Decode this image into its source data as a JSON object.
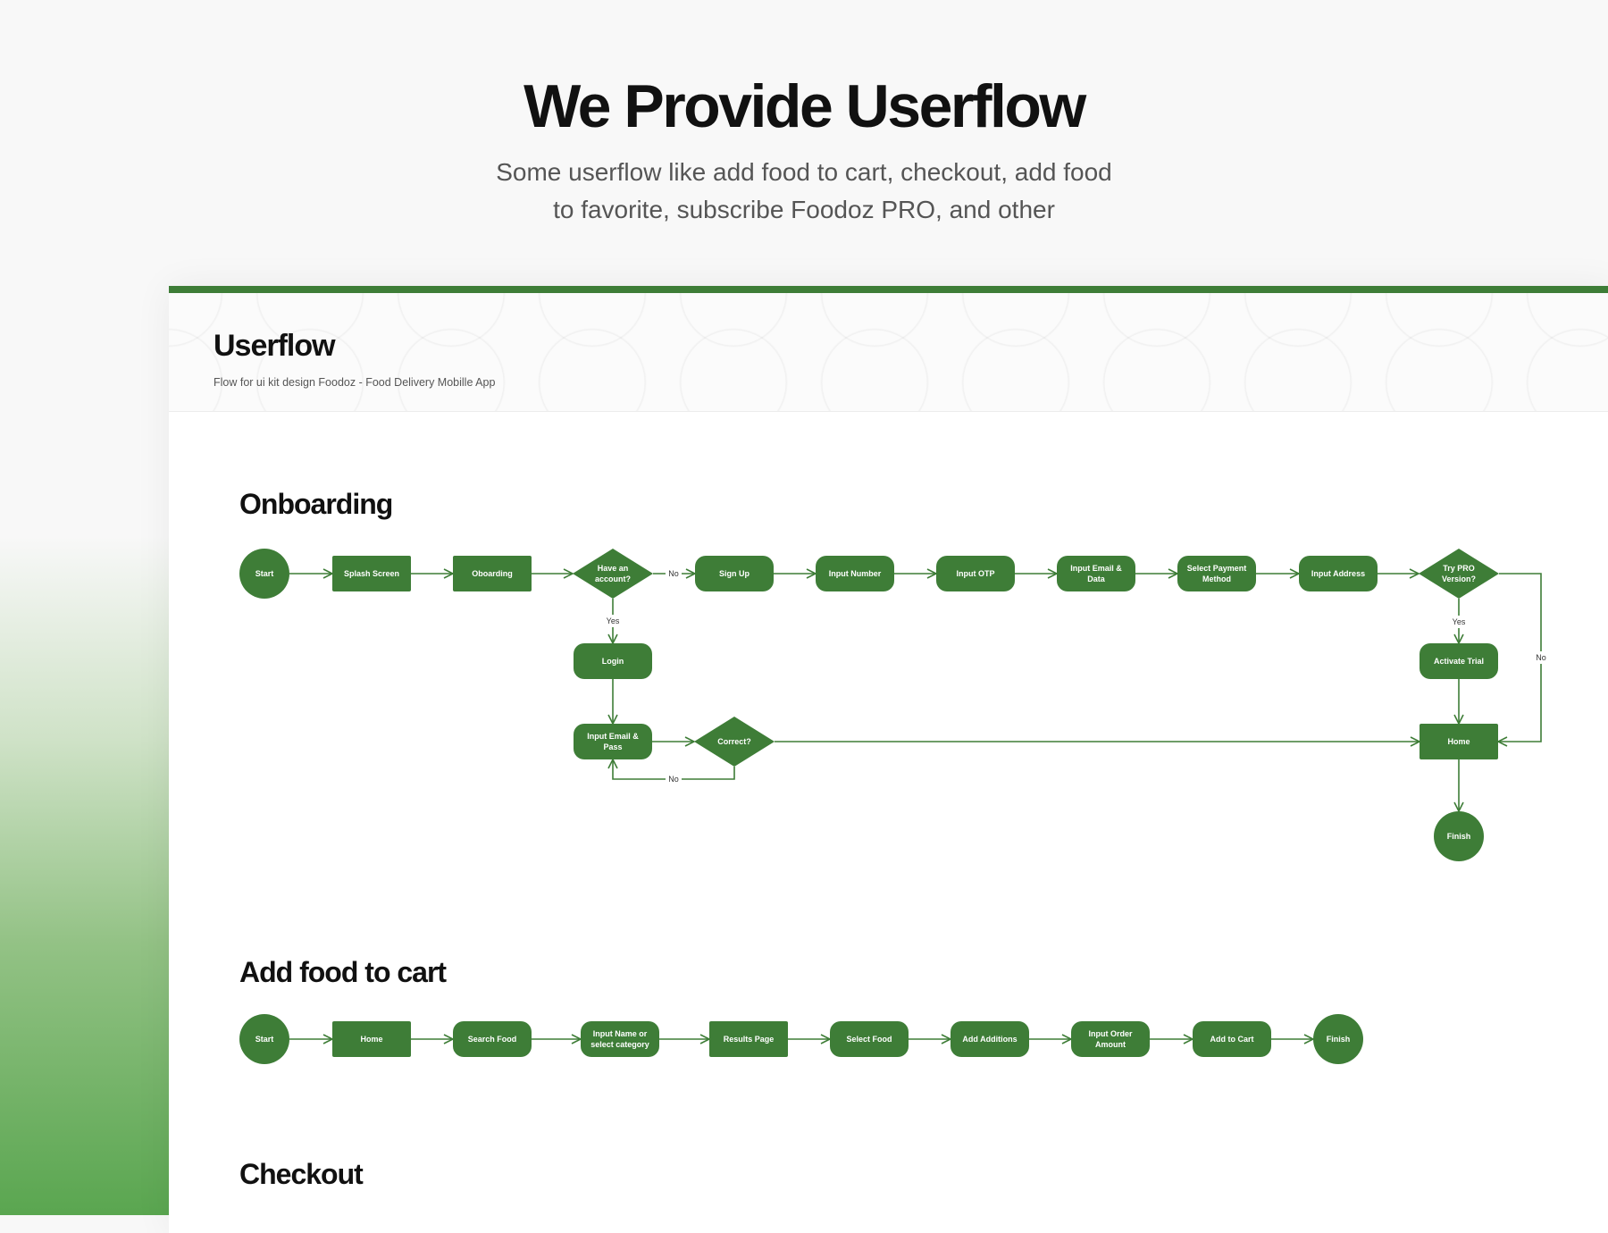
{
  "hero": {
    "title": "We Provide Userflow",
    "subtitle": "Some userflow like add food to cart, checkout, add food to favorite, subscribe Foodoz PRO, and other"
  },
  "panel": {
    "title": "Userflow",
    "subtitle": "Flow for ui kit design Foodoz - Food Delivery Mobille App"
  },
  "sections": {
    "onboarding": "Onboarding",
    "add_food_to_cart": "Add food to cart",
    "checkout": "Checkout"
  },
  "colors": {
    "accent": "#3e7d37",
    "node_text": "#ffffff",
    "background": "#f8f8f8",
    "panel": "#ffffff"
  },
  "onboarding_flow": {
    "nodes": [
      {
        "id": "start",
        "shape": "circle",
        "label": "Start"
      },
      {
        "id": "splash",
        "shape": "rect",
        "label": "Splash Screen"
      },
      {
        "id": "oboarding",
        "shape": "rect",
        "label": "Oboarding"
      },
      {
        "id": "have_account",
        "shape": "diamond",
        "label": "Have an account?"
      },
      {
        "id": "sign_up",
        "shape": "pill",
        "label": "Sign Up"
      },
      {
        "id": "input_number",
        "shape": "pill",
        "label": "Input Number"
      },
      {
        "id": "input_otp",
        "shape": "pill",
        "label": "Input OTP"
      },
      {
        "id": "input_email_data",
        "shape": "pill",
        "label": "Input Email & Data"
      },
      {
        "id": "select_payment",
        "shape": "pill",
        "label": "Select Payment Method"
      },
      {
        "id": "input_address",
        "shape": "pill",
        "label": "Input Address"
      },
      {
        "id": "try_pro",
        "shape": "diamond",
        "label": "Try PRO Version?"
      },
      {
        "id": "login",
        "shape": "pill",
        "label": "Login"
      },
      {
        "id": "input_email_pass",
        "shape": "pill",
        "label": "Input Email & Pass"
      },
      {
        "id": "correct",
        "shape": "diamond",
        "label": "Correct?"
      },
      {
        "id": "activate_trial",
        "shape": "pill",
        "label": "Activate Trial"
      },
      {
        "id": "home",
        "shape": "rect",
        "label": "Home"
      },
      {
        "id": "finish",
        "shape": "circle",
        "label": "Finish"
      }
    ],
    "edges": [
      {
        "from": "start",
        "to": "splash",
        "label": ""
      },
      {
        "from": "splash",
        "to": "oboarding",
        "label": ""
      },
      {
        "from": "oboarding",
        "to": "have_account",
        "label": ""
      },
      {
        "from": "have_account",
        "to": "sign_up",
        "label": "No"
      },
      {
        "from": "sign_up",
        "to": "input_number",
        "label": ""
      },
      {
        "from": "input_number",
        "to": "input_otp",
        "label": ""
      },
      {
        "from": "input_otp",
        "to": "input_email_data",
        "label": ""
      },
      {
        "from": "input_email_data",
        "to": "select_payment",
        "label": ""
      },
      {
        "from": "select_payment",
        "to": "input_address",
        "label": ""
      },
      {
        "from": "input_address",
        "to": "try_pro",
        "label": ""
      },
      {
        "from": "have_account",
        "to": "login",
        "label": "Yes"
      },
      {
        "from": "login",
        "to": "input_email_pass",
        "label": ""
      },
      {
        "from": "input_email_pass",
        "to": "correct",
        "label": ""
      },
      {
        "from": "correct",
        "to": "input_email_pass",
        "label": "No"
      },
      {
        "from": "correct",
        "to": "home",
        "label": ""
      },
      {
        "from": "try_pro",
        "to": "activate_trial",
        "label": "Yes"
      },
      {
        "from": "try_pro",
        "to": "home",
        "label": "No"
      },
      {
        "from": "activate_trial",
        "to": "home",
        "label": ""
      },
      {
        "from": "home",
        "to": "finish",
        "label": ""
      }
    ]
  },
  "add_to_cart_flow": {
    "nodes": [
      {
        "id": "c_start",
        "shape": "circle",
        "label": "Start"
      },
      {
        "id": "c_home",
        "shape": "rect",
        "label": "Home"
      },
      {
        "id": "c_search",
        "shape": "pill",
        "label": "Search Food"
      },
      {
        "id": "c_input_name",
        "shape": "pill",
        "label": "Input Name or select category"
      },
      {
        "id": "c_results",
        "shape": "rect",
        "label": "Results Page"
      },
      {
        "id": "c_select_food",
        "shape": "pill",
        "label": "Select Food"
      },
      {
        "id": "c_additions",
        "shape": "pill",
        "label": "Add Additions"
      },
      {
        "id": "c_order_amount",
        "shape": "pill",
        "label": "Input Order Amount"
      },
      {
        "id": "c_add_to_cart",
        "shape": "pill",
        "label": "Add to Cart"
      },
      {
        "id": "c_finish",
        "shape": "circle",
        "label": "Finish"
      }
    ],
    "edges": [
      {
        "from": "c_start",
        "to": "c_home",
        "label": ""
      },
      {
        "from": "c_home",
        "to": "c_search",
        "label": ""
      },
      {
        "from": "c_search",
        "to": "c_input_name",
        "label": ""
      },
      {
        "from": "c_input_name",
        "to": "c_results",
        "label": ""
      },
      {
        "from": "c_results",
        "to": "c_select_food",
        "label": ""
      },
      {
        "from": "c_select_food",
        "to": "c_additions",
        "label": ""
      },
      {
        "from": "c_additions",
        "to": "c_order_amount",
        "label": ""
      },
      {
        "from": "c_order_amount",
        "to": "c_add_to_cart",
        "label": ""
      },
      {
        "from": "c_add_to_cart",
        "to": "c_finish",
        "label": ""
      }
    ]
  }
}
